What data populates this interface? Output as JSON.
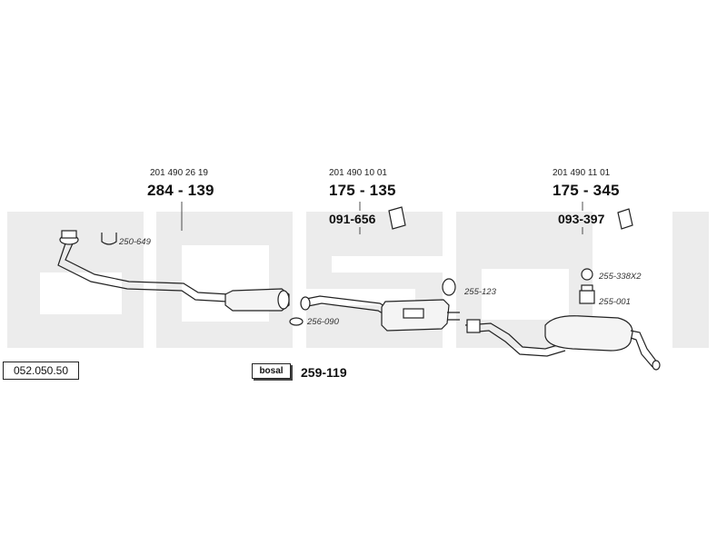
{
  "catalog_number": "052.050.50",
  "watermark": {
    "text": "bosal",
    "color": "#ececec"
  },
  "brand_badge": "bosal",
  "groups": [
    {
      "oem": "201 490 26 19",
      "part": "284 - 139"
    },
    {
      "oem": "201 490 10 01",
      "part": "175 - 135",
      "bracket": "091-656"
    },
    {
      "oem": "201 490 11 01",
      "part": "175 - 345",
      "bracket": "093-397"
    }
  ],
  "small_parts": {
    "clamp": "250-649",
    "ring": "256-090",
    "hanger": "255-123",
    "ring_x2": "255-338X2",
    "mount": "255-001"
  },
  "assembly_kit": "259-119"
}
